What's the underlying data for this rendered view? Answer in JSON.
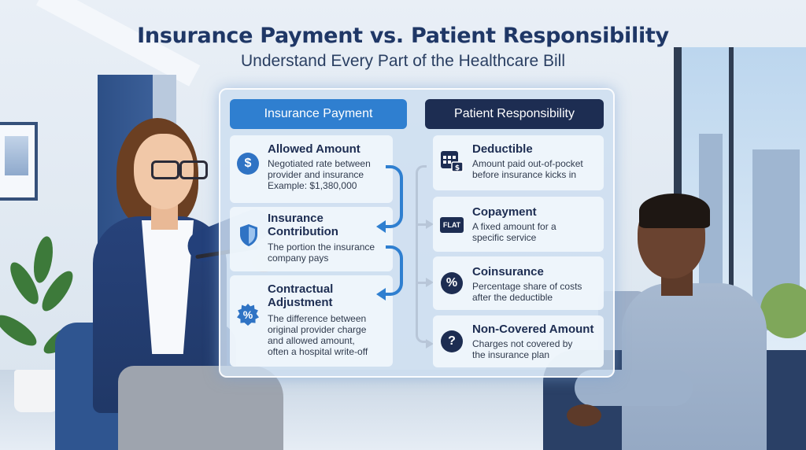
{
  "title": "Insurance Payment vs. Patient Responsibility",
  "subtitle": "Understand Every Part of the Healthcare Bill",
  "colors": {
    "insurance_header": "#2f7fd0",
    "patient_header": "#1d2d52",
    "title_text": "#1f3766"
  },
  "insurance": {
    "header": "Insurance Payment",
    "items": [
      {
        "icon": "dollar-icon",
        "icon_glyph": "$",
        "title": "Allowed Amount",
        "description": [
          "Negotiated rate between",
          "provider and insurance",
          "Example: $1,380,000"
        ]
      },
      {
        "icon": "shield-icon",
        "title": "Insurance Contribution",
        "title_lines": [
          "Insurance",
          "Contribution"
        ],
        "description": [
          "The portion the insurance",
          "company pays"
        ]
      },
      {
        "icon": "percent-badge-icon",
        "icon_glyph": "%",
        "title": "Contractual Adjustment",
        "title_lines": [
          "Contractual",
          "Adjustment"
        ],
        "description": [
          "The difference between",
          "original provider charge",
          "and allowed amount,",
          "often a hospital write-off"
        ]
      }
    ]
  },
  "patient": {
    "header": "Patient Responsibility",
    "items": [
      {
        "icon": "calendar-dollar-icon",
        "title": "Deductible",
        "description": [
          "Amount paid out-of-pocket",
          "before insurance kicks in"
        ]
      },
      {
        "icon": "flat-tag-icon",
        "icon_glyph": "FLAT",
        "title": "Copayment",
        "description": [
          "A fixed amount for a",
          "specific service"
        ]
      },
      {
        "icon": "percent-icon",
        "icon_glyph": "%",
        "title": "Coinsurance",
        "description": [
          "Percentage share of costs",
          "after the deductible"
        ]
      },
      {
        "icon": "question-icon",
        "icon_glyph": "?",
        "title": "Non-Covered Amount",
        "description": [
          "Charges not covered by",
          "the insurance plan"
        ]
      }
    ]
  }
}
